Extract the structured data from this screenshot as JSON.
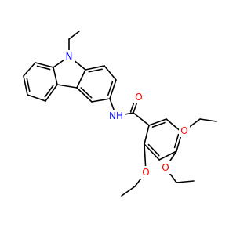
{
  "molecule": {
    "atoms": [
      {
        "name": "atom-n9",
        "label": "N",
        "color": "#0000ff"
      },
      {
        "name": "atom-nh",
        "label": "NH",
        "color": "#0000ff"
      },
      {
        "name": "atom-o-carbonyl",
        "label": "O",
        "color": "#ff0000"
      },
      {
        "name": "atom-o-ethoxy-3",
        "label": "O",
        "color": "#ff0000"
      },
      {
        "name": "atom-o-ethoxy-4",
        "label": "O",
        "color": "#ff0000"
      },
      {
        "name": "atom-o-ethoxy-5",
        "label": "O",
        "color": "#ff0000"
      }
    ],
    "bond_color": "#000000",
    "background": "#ffffff"
  }
}
